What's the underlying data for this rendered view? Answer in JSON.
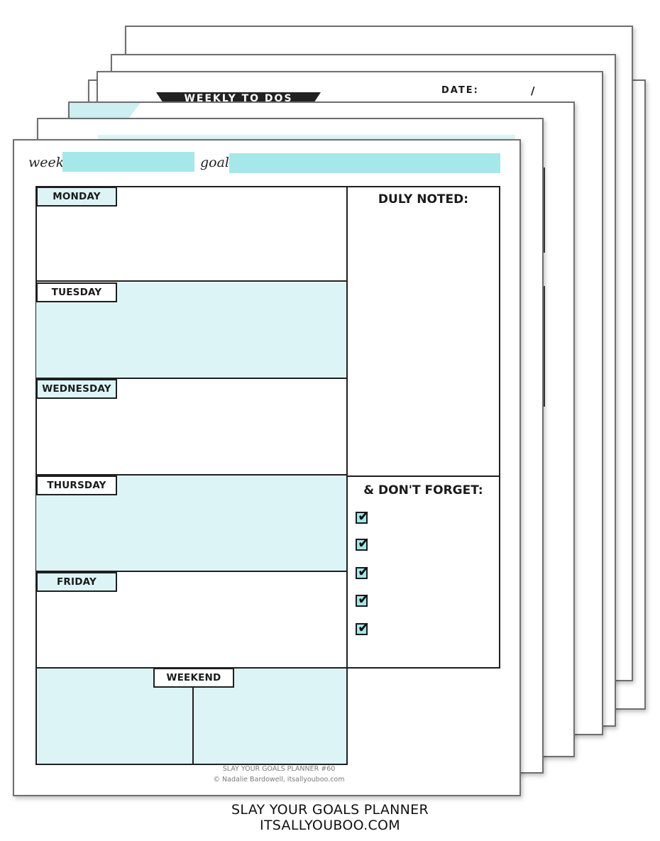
{
  "planner": {
    "week_label": "week :",
    "goal_label": "goal :",
    "days": {
      "monday": "MONDAY",
      "tuesday": "TUESDAY",
      "wednesday": "WEDNESDAY",
      "thursday": "THURSDAY",
      "friday": "FRIDAY",
      "weekend": "WEEKEND"
    },
    "duly_noted": "DULY NOTED:",
    "dont_forget": "& DON'T FORGET:",
    "checkbox_count": 5,
    "checkbox_glyph": "✔",
    "footer_line1": "SLAY YOUR GOALS PLANNER #60",
    "footer_line2": "© Nadalie Bardowell, itsallyouboo.com"
  },
  "back_pages": {
    "date_label": "DATE:",
    "date_separator": "/",
    "banner_title": "WEEKLY TO DOS"
  },
  "caption": {
    "line1": "SLAY YOUR GOALS PLANNER",
    "line2": "ITSALLYOUBOO.COM"
  },
  "colors": {
    "accent_teal": "#a6e7ea",
    "light_teal": "#dcf4f5",
    "border_dark": "#1f1f1f"
  }
}
